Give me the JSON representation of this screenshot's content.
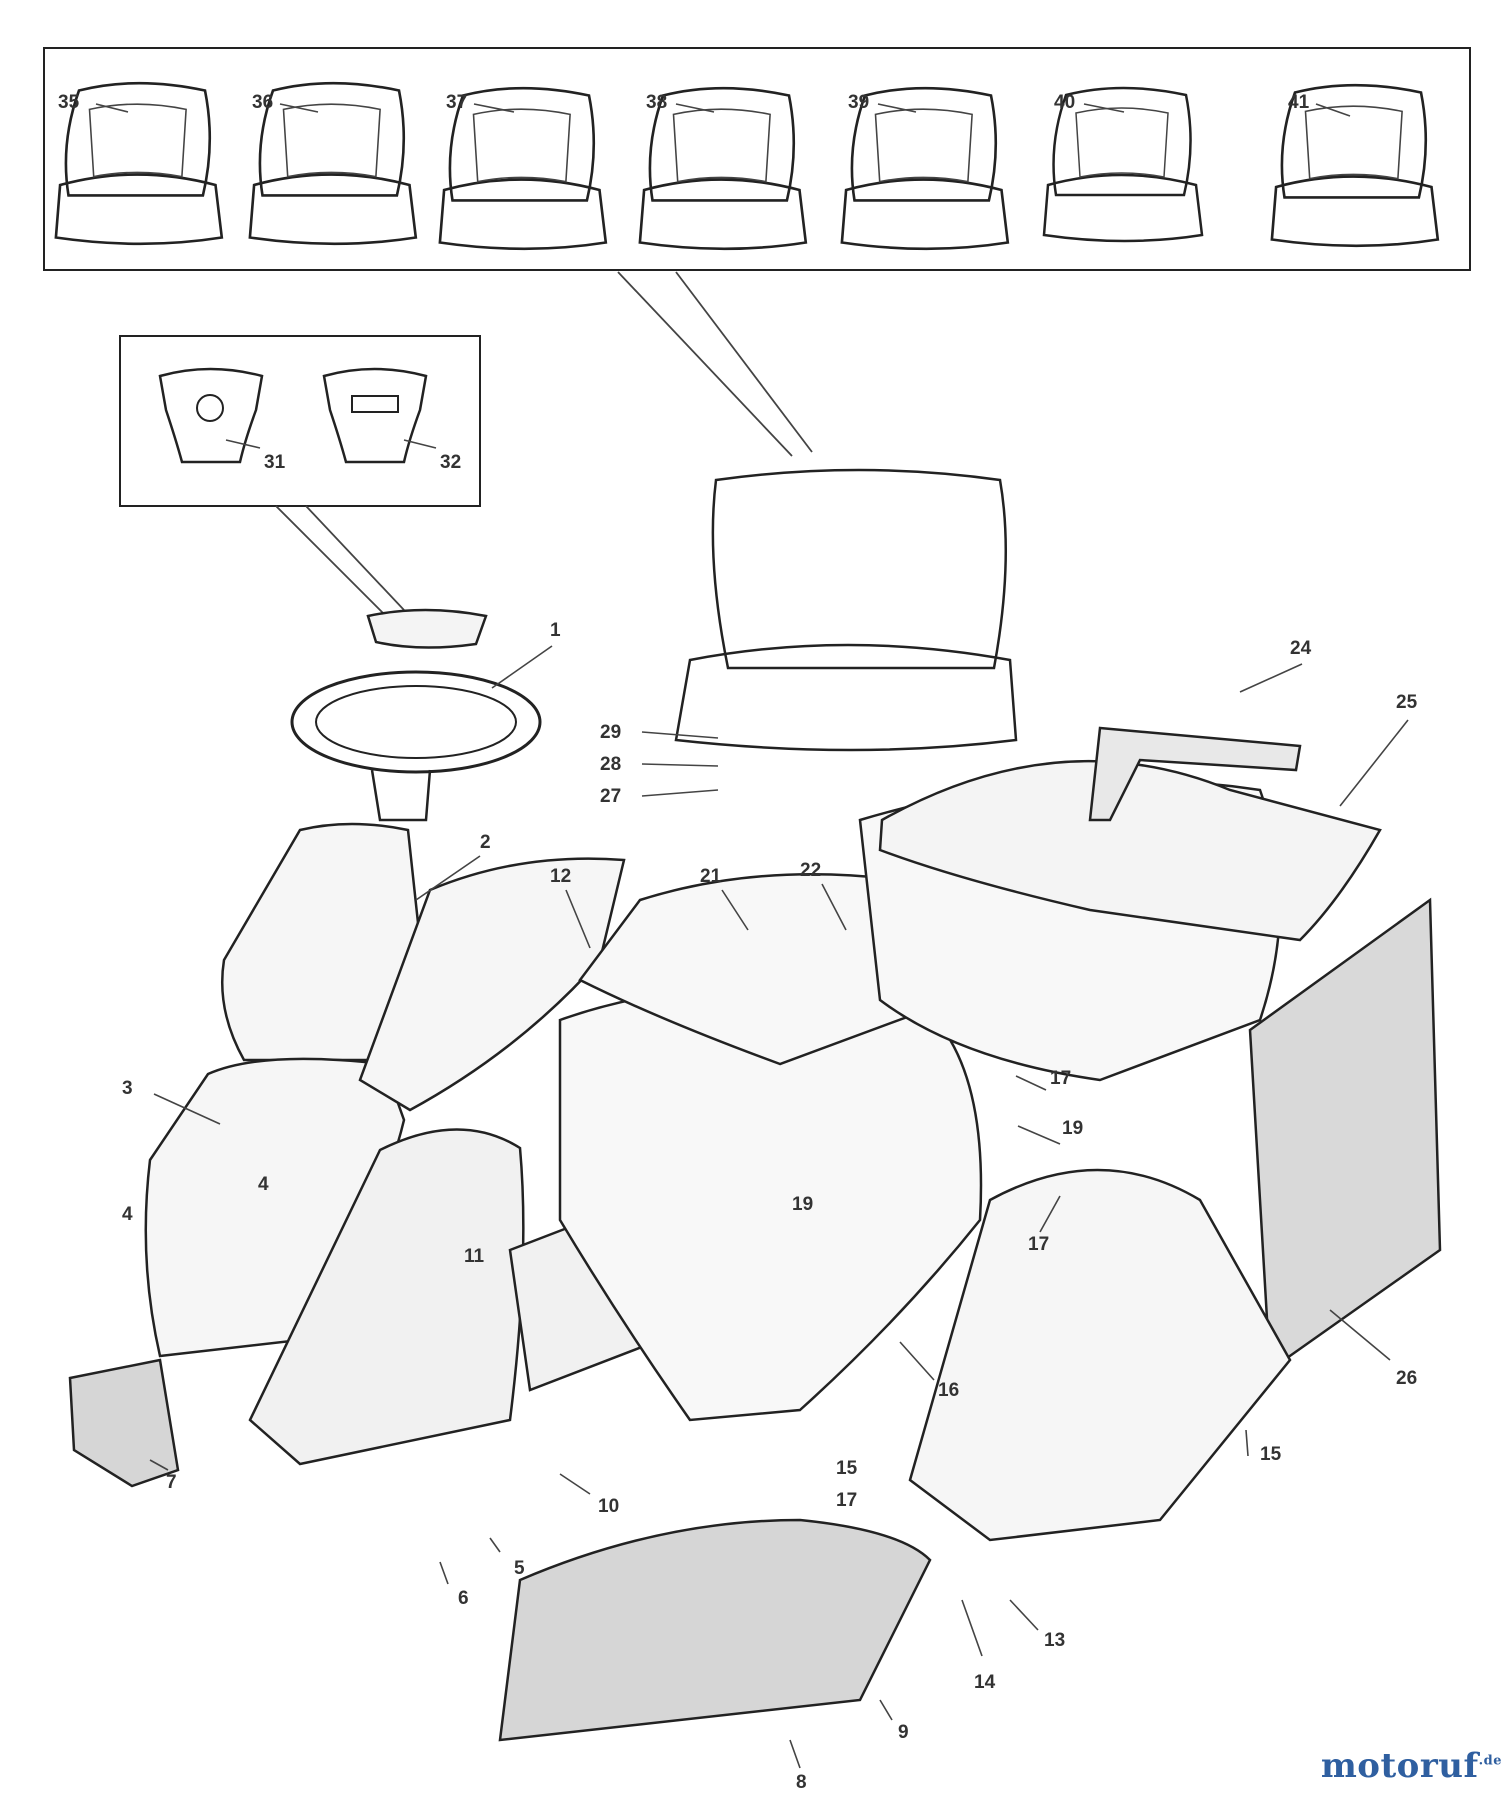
{
  "diagram": {
    "parts": [
      {
        "id": "35",
        "label": "35"
      },
      {
        "id": "36",
        "label": "36"
      },
      {
        "id": "37",
        "label": "37"
      },
      {
        "id": "38",
        "label": "38"
      },
      {
        "id": "39",
        "label": "39"
      },
      {
        "id": "40",
        "label": "40"
      },
      {
        "id": "41",
        "label": "41"
      },
      {
        "id": "31",
        "label": "31"
      },
      {
        "id": "32",
        "label": "32"
      },
      {
        "id": "1",
        "label": "1"
      },
      {
        "id": "24",
        "label": "24"
      },
      {
        "id": "25",
        "label": "25"
      },
      {
        "id": "29",
        "label": "29"
      },
      {
        "id": "28",
        "label": "28"
      },
      {
        "id": "27",
        "label": "27"
      },
      {
        "id": "2",
        "label": "2"
      },
      {
        "id": "12",
        "label": "12"
      },
      {
        "id": "21",
        "label": "21"
      },
      {
        "id": "22",
        "label": "22"
      },
      {
        "id": "3",
        "label": "3"
      },
      {
        "id": "4a",
        "label": "4"
      },
      {
        "id": "4b",
        "label": "4"
      },
      {
        "id": "17a",
        "label": "17"
      },
      {
        "id": "19a",
        "label": "19"
      },
      {
        "id": "19b",
        "label": "19"
      },
      {
        "id": "17b",
        "label": "17"
      },
      {
        "id": "11",
        "label": "11"
      },
      {
        "id": "16",
        "label": "16"
      },
      {
        "id": "26",
        "label": "26"
      },
      {
        "id": "7",
        "label": "7"
      },
      {
        "id": "15a",
        "label": "15"
      },
      {
        "id": "15b",
        "label": "15"
      },
      {
        "id": "17c",
        "label": "17"
      },
      {
        "id": "10",
        "label": "10"
      },
      {
        "id": "5",
        "label": "5"
      },
      {
        "id": "6",
        "label": "6"
      },
      {
        "id": "13",
        "label": "13"
      },
      {
        "id": "14",
        "label": "14"
      },
      {
        "id": "9",
        "label": "9"
      },
      {
        "id": "8",
        "label": "8"
      }
    ]
  },
  "watermark": {
    "brand": "motoruf",
    "tld": ".de"
  }
}
